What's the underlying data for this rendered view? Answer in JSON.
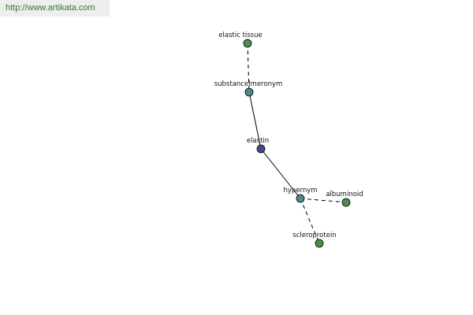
{
  "header": {
    "url_text": "http://www.artikata.com"
  },
  "colors": {
    "leaf": "#4e8d4e",
    "relation": "#4b8a8a",
    "center": "#454a8f",
    "banner_link": "#2f7a2f"
  },
  "graph": {
    "nodes": [
      {
        "id": "elastic-tissue",
        "label": "elastic tissue",
        "kind": "leaf"
      },
      {
        "id": "substance-meronym",
        "label": "substancelmeronym",
        "kind": "relation"
      },
      {
        "id": "elastin",
        "label": "elastin",
        "kind": "center"
      },
      {
        "id": "hypernym",
        "label": "hypernym",
        "kind": "relation"
      },
      {
        "id": "albuminoid",
        "label": "albuminoid",
        "kind": "leaf"
      },
      {
        "id": "scleroprotein",
        "label": "scleroprotein",
        "kind": "leaf"
      }
    ],
    "edges": [
      {
        "from": "elastic-tissue",
        "to": "substance-meronym",
        "style": "dashed"
      },
      {
        "from": "substance-meronym",
        "to": "elastin",
        "style": "solid"
      },
      {
        "from": "elastin",
        "to": "hypernym",
        "style": "solid"
      },
      {
        "from": "hypernym",
        "to": "albuminoid",
        "style": "dashed"
      },
      {
        "from": "hypernym",
        "to": "scleroprotein",
        "style": "dashed"
      }
    ]
  }
}
